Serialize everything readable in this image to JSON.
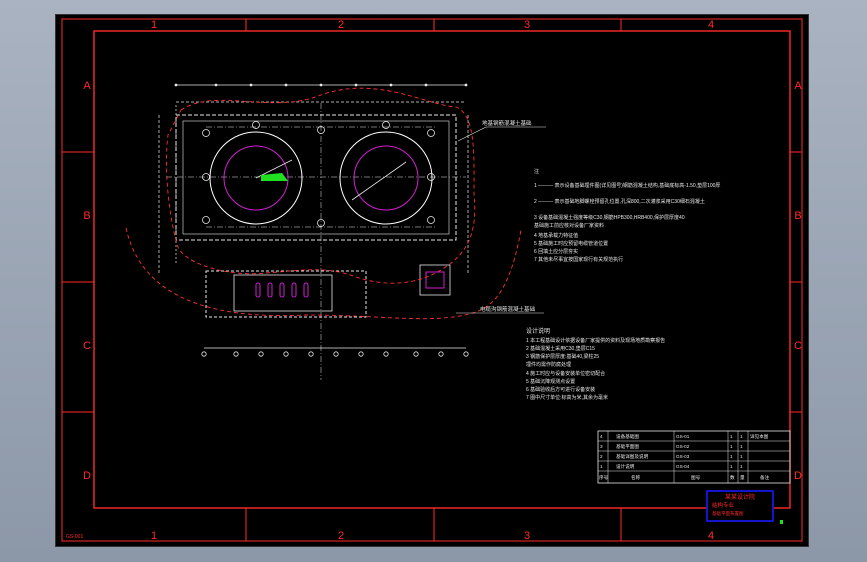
{
  "grid": {
    "columns": [
      "1",
      "2",
      "3",
      "4"
    ],
    "rows": [
      "A",
      "B",
      "C",
      "D"
    ]
  },
  "colors": {
    "frame": "#ff2a2a",
    "dims": "#e8e8e8",
    "circles": "#ffffff",
    "arcs": "#d020d0",
    "hatch": "#20e020",
    "cloud": "#ff3030",
    "title_block_border": "#1a1aff"
  },
  "callouts": {
    "top_right": "地基钢筋混凝土基础",
    "bottom_right": "电缆沟钢筋混凝土基础"
  },
  "notes1": {
    "title": "注",
    "lines": [
      "1  ———  表示设备基础埋件图(详见图号)钢筋混凝土结构,基础底标高-1.50,垫层100厚",
      "2  ———  表示基础地脚螺栓预留孔位置,孔深800,二次灌浆采用C30细石混凝土",
      "3  设备基础混凝土强度等级C30,钢筋HPB300,HRB400,保护层厚度40",
      "    基础施工前应核对设备厂家资料",
      "4  地基承载力特征值",
      "5  基础施工时应预留电缆管道位置",
      "6  回填土应分层夯实",
      "7  其他未尽事宜按国家现行有关规范执行"
    ]
  },
  "notes2": {
    "title": "设计说明",
    "lines": [
      "1  本工程基础设计依据设备厂家提供的资料及现场地质勘察报告",
      "2  基础混凝土采用C30,垫层C15",
      "3  钢筋保护层厚度:基础40,梁柱25",
      "    埋件均需作防腐处理",
      "4  施工时应与设备安装单位密切配合",
      "5  基础沉降观测点设置",
      "6  基础验收后方可进行设备安装",
      "7  图中尺寸单位:标高为米,其余为毫米"
    ]
  },
  "table": {
    "rows": [
      [
        "4",
        "设备基础图",
        "GS-01",
        "1",
        "1",
        "详见本图"
      ],
      [
        "3",
        "基础平面图",
        "GS-02",
        "1",
        "1",
        ""
      ],
      [
        "2",
        "基础详图及说明",
        "GS-03",
        "1",
        "1",
        ""
      ],
      [
        "1",
        "设计说明",
        "GS-04",
        "1",
        "1",
        ""
      ],
      [
        "序号",
        "名称",
        "图号",
        "数",
        "量",
        "备注"
      ]
    ]
  },
  "title_block": {
    "line1": "某某设计院",
    "line2": "结构专业",
    "line3": "基础平面布置图"
  },
  "footer_code": "GS-001"
}
